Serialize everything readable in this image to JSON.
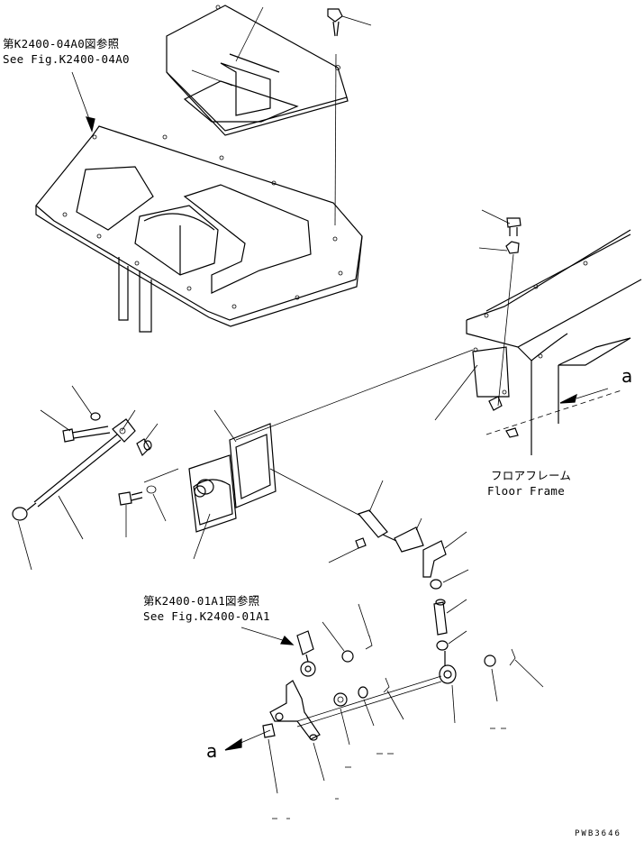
{
  "ref_top": {
    "jp": "第K2400-04A0図参照",
    "en": "See Fig.K2400-04A0"
  },
  "ref_mid": {
    "jp": "第K2400-01A1図参照",
    "en": "See Fig.K2400-01A1"
  },
  "floor_frame": {
    "jp": "フロアフレーム",
    "en": "Floor Frame"
  },
  "connector_a_right": "a",
  "connector_a_left": "a",
  "drawing_code": "PWB3646"
}
